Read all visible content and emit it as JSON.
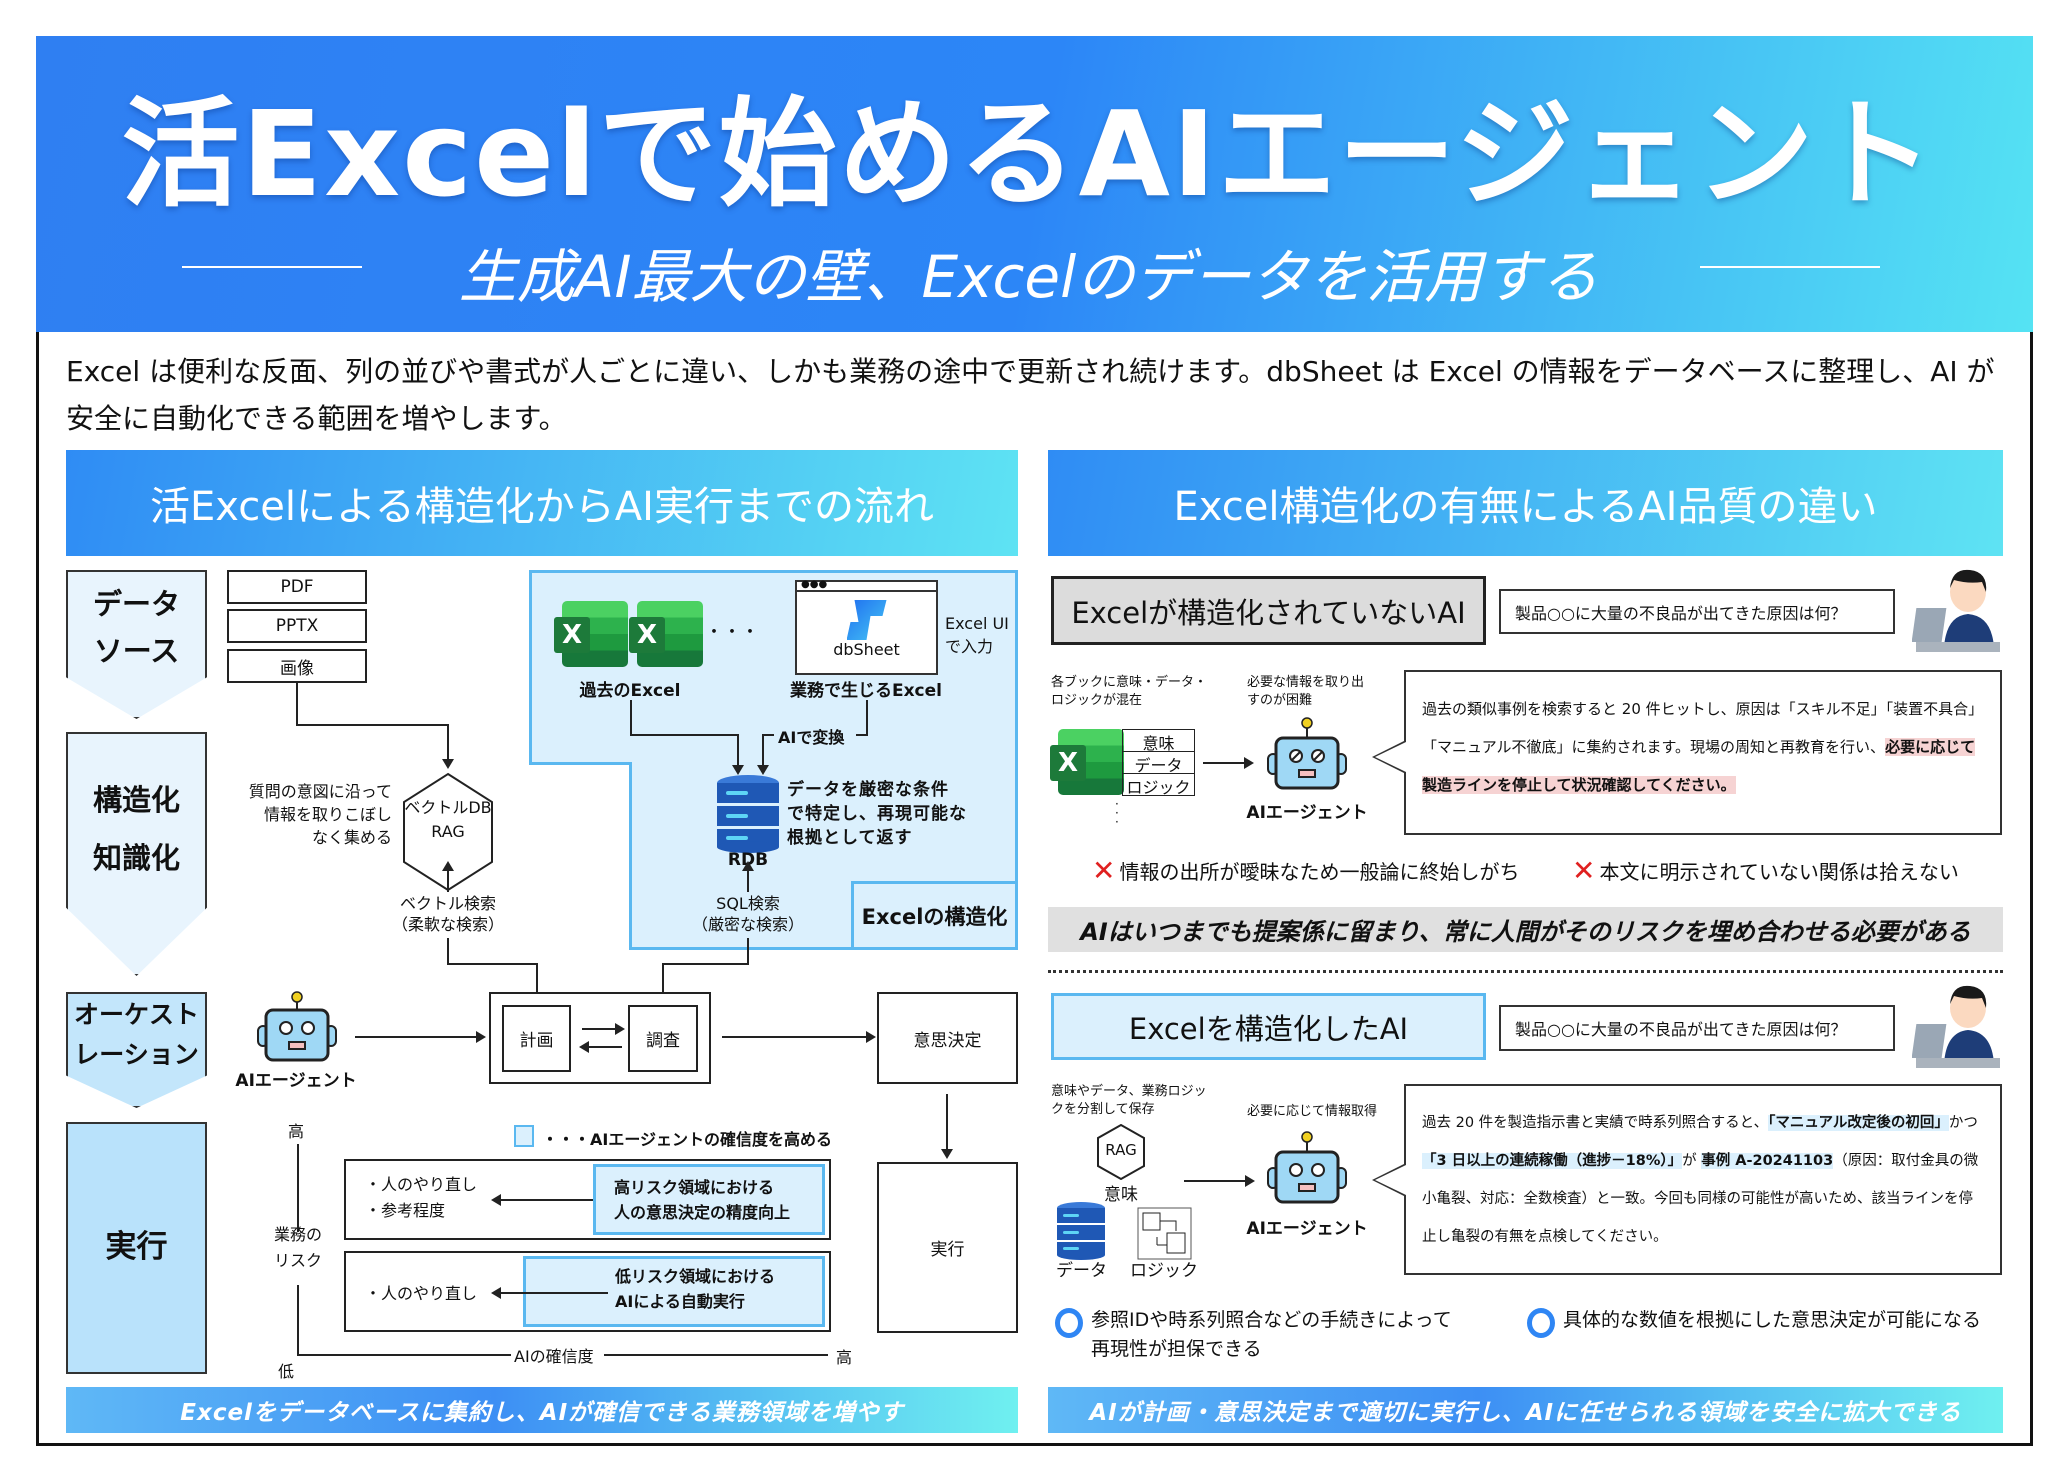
{
  "header": {
    "title": "活Excelで始めるAIエージェント",
    "subtitle": "生成AI最大の壁、Excelのデータを活用する"
  },
  "intro": "Excel は便利な反面、列の並びや書式が人ごとに違い、しかも業務の途中で更新され続けます。dbSheet は Excel の情報をデータベースに整理し、AI が安全に自動化できる範囲を増やします。",
  "left": {
    "heading": "活Excelによる構造化からAI実行までの流れ",
    "stages": [
      "データ\nソース",
      "構造化\n知識化",
      "オーケスト\nレーション",
      "実行"
    ],
    "sources": [
      "PDF",
      "PPTX",
      "画像"
    ],
    "past_excel": "過去のExcel",
    "ellipsis": "・・・",
    "dbsheet": "dbSheet",
    "business_excel": "業務で生じるExcel",
    "excel_ui": "Excel UI\nで入力",
    "ai_convert": "AIで変換",
    "rdb": "RDB",
    "rdb_desc": "データを厳密な条件\nで特定し、再現可能な\n根拠として返す",
    "excel_structuring": "Excelの構造化",
    "sql_search": "SQL検索\n（厳密な検索）",
    "vector_db": "ベクトルDB\nRAG",
    "vector_desc": "質問の意図に沿って\n情報を取りこぼし\nなく集める",
    "vector_search": "ベクトル検索\n（柔軟な検索）",
    "agent": "AIエージェント",
    "plan": "計画",
    "research": "調査",
    "decision": "意思決定",
    "execute": "実行",
    "legend": "・・・AIエージェントの確信度を高める",
    "risk_high": "高",
    "risk_label": "業務の\nリスク",
    "risk_low": "低",
    "confidence_label": "AIの確信度",
    "confidence_high": "高",
    "high_row": {
      "left": "・人のやり直し\n・参考程度",
      "right": "高リスク領域における\n人の意思決定の精度向上"
    },
    "low_row": {
      "left": "・人のやり直し",
      "right": "低リスク領域における\nAIによる自動実行"
    },
    "banner": "Excelをデータベースに集約し、AIが確信できる業務領域を増やす"
  },
  "right": {
    "heading": "Excel構造化の有無によるAI品質の違い",
    "question": "製品○○に大量の不良品が出てきた原因は何？",
    "unstructured": {
      "title": "Excelが構造化されていないAI",
      "note1": "各ブックに意味・データ・\nロジックが混在",
      "note2": "必要な情報を取り出\nすのが困難",
      "table": [
        "意味",
        "データ",
        "ロジック"
      ],
      "agent": "AIエージェント",
      "answer_plain": "過去の類似事例を検索すると 20 件ヒットし、原因は「スキル不足」「装置不具合」「マニュアル不徹底」に集約されます。現場の周知と再教育を行い、",
      "answer_highlight": "必要に応じて製造ラインを停止して状況確認してください。",
      "cons": [
        "情報の出所が曖昧なため一般論に終始しがち",
        "本文に明示されていない関係は拾えない"
      ],
      "conclusion": "AIはいつまでも提案係に留まり、常に人間がそのリスクを埋め合わせる必要がある"
    },
    "structured": {
      "title": "Excelを構造化したAI",
      "note1": "意味やデータ、業務ロジッ\nクを分割して保存",
      "note2": "必要に応じて情報取得",
      "rag": "RAG",
      "meaning": "意味",
      "data": "データ",
      "logic": "ロジック",
      "agent": "AIエージェント",
      "answer": [
        "過去 20 件を製造指示書と実績で時系列照合すると、",
        "「マニュアル改定後の初回」",
        "かつ",
        "「3 日以上の連続稼働（進捗－18%）」",
        "が",
        "事例 A-20241103",
        "（原因：取付金具の微小亀裂、対応：全数検査）と一致。今回も同様の可能性が高いため、該当ラインを停止し亀裂の有無を点検してください。"
      ],
      "pros": [
        "参照IDや時系列照合などの手続きによって\n再現性が担保できる",
        "具体的な数値を根拠にした意思決定が可能になる"
      ]
    },
    "banner": "AIが計画・意思決定まで適切に実行し、AIに任せられる領域を安全に拡大できる"
  },
  "colors": {
    "accent": "#2f86f4",
    "light_blue": "#dbf0fd",
    "cross": "#e02020",
    "circle": "#2f86f4"
  }
}
